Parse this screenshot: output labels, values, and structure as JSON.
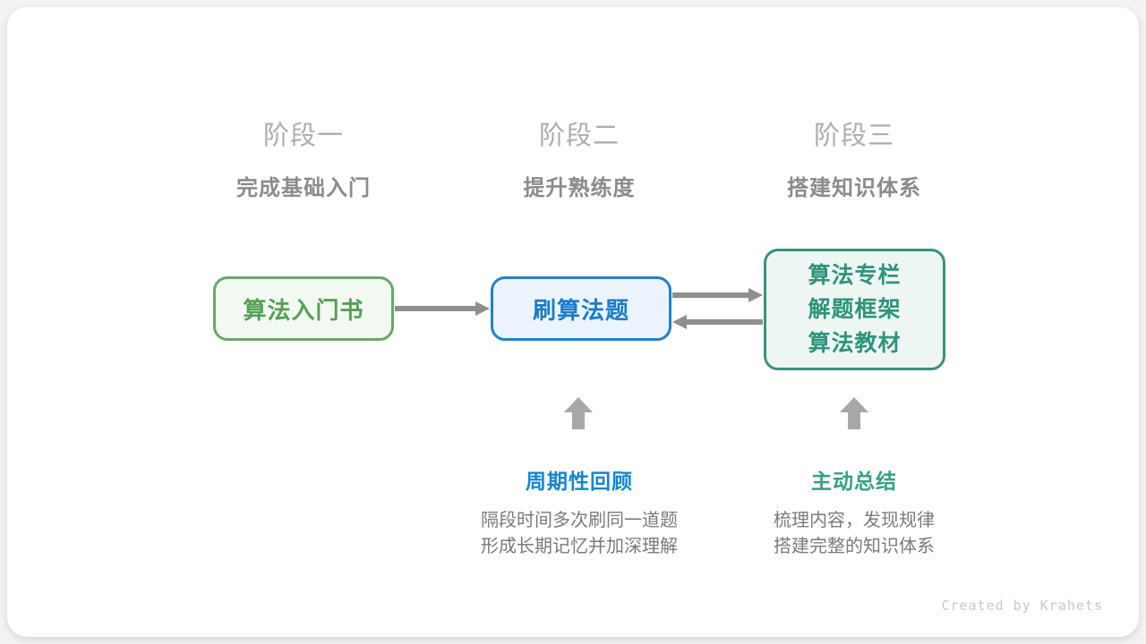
{
  "stages": [
    {
      "title": "阶段一",
      "subtitle": "完成基础入门"
    },
    {
      "title": "阶段二",
      "subtitle": "提升熟练度"
    },
    {
      "title": "阶段三",
      "subtitle": "搭建知识体系"
    }
  ],
  "flow": {
    "boxes": [
      {
        "label": "算法入门书"
      },
      {
        "label": "刷算法题"
      },
      {
        "lines": [
          "算法专栏",
          "解题框架",
          "算法教材"
        ]
      }
    ],
    "arrows": [
      {
        "from": "算法入门书",
        "to": "刷算法题",
        "direction": "right"
      },
      {
        "from": "刷算法题",
        "to": "算法专栏/解题框架/算法教材",
        "direction": "right"
      },
      {
        "from": "算法专栏/解题框架/算法教材",
        "to": "刷算法题",
        "direction": "left"
      }
    ]
  },
  "annotations": [
    {
      "label": "周期性回顾",
      "desc": [
        "隔段时间多次刷同一道题",
        "形成长期记忆并加深理解"
      ],
      "points_to": "刷算法题"
    },
    {
      "label": "主动总结",
      "desc": [
        "梳理内容，发现规律",
        "搭建完整的知识体系"
      ],
      "points_to": "算法专栏/解题框架/算法教材"
    }
  ],
  "footer": {
    "credit": "Created by Krahets"
  },
  "colors": {
    "box1_border": "#6aa76a",
    "box1_text": "#55a055",
    "box2_border": "#2180d2",
    "box2_text": "#1a7ccd",
    "box3_border": "#3a917f",
    "box3_text": "#2e947c",
    "annotation_blue": "#1385d3",
    "annotation_teal": "#35a089",
    "arrow_gray": "#8f8f8f",
    "up_arrow_gray": "#a8a8a8",
    "stage_title_gray": "#adadad",
    "stage_subtitle_gray": "#8b8b8b",
    "desc_text_gray": "#7b7b7b",
    "credit_gray": "#c9c9c9",
    "card_bg": "#ffffff",
    "page_bg": "#f3f3f3"
  }
}
